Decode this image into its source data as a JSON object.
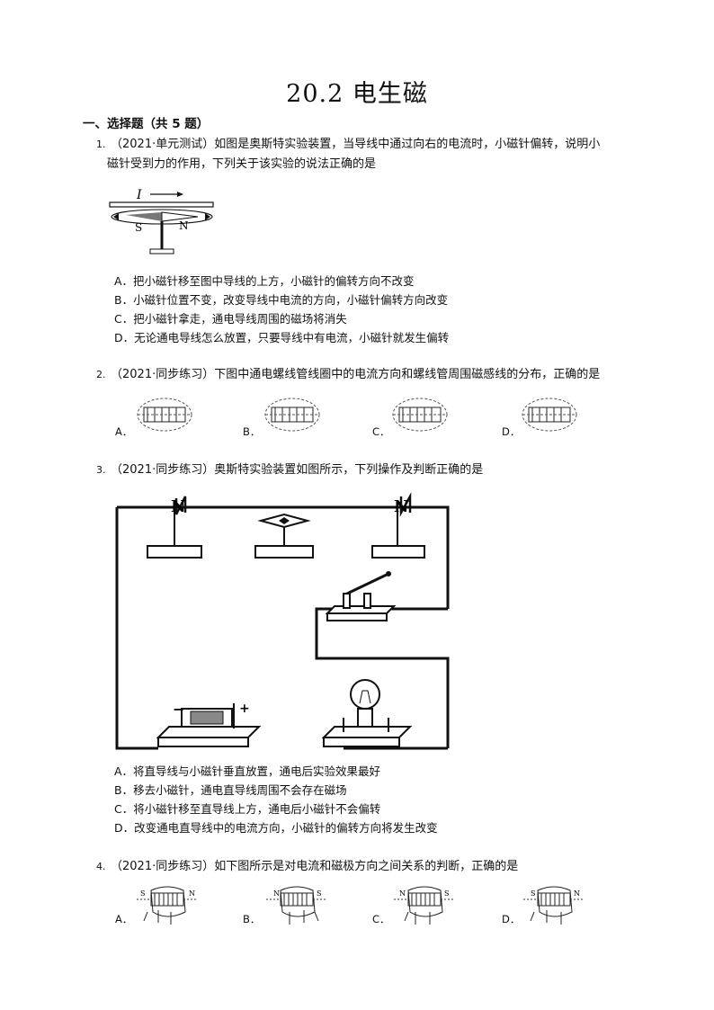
{
  "title": "20.2  电生磁",
  "section": "一、选择题（共 5 题）",
  "q1": {
    "num": "1.",
    "line1": "（2021·单元测试）如图是奥斯特实验装置，当导线中通过向右的电流时，小磁针偏转，说明小",
    "line2": "磁针受到力的作用，下列关于该实验的说法正确的是",
    "fig": {
      "current": "I",
      "south": "S",
      "north": "N"
    },
    "options": [
      "A．把小磁针移至图中导线的上方，小磁针的偏转方向不改变",
      "B．小磁针位置不变，改变导线中电流的方向，小磁针偏转方向改变",
      "C．把小磁针拿走，通电导线周围的磁场将消失",
      "D．无论通电导线怎么放置，只要导线中有电流，小磁针就发生偏转"
    ]
  },
  "q2": {
    "num": "2.",
    "line1": "（2021·同步练习）下图中通电螺线管线圈中的电流方向和螺线管周围磁感线的分布，正确的是",
    "labels": [
      "A．",
      "B．",
      "C．",
      "D．"
    ]
  },
  "q3": {
    "num": "3.",
    "line1": "（2021·同步练习）奥斯特实验装置如图所示，下列操作及判断正确的是",
    "fig": {
      "north1": "N",
      "north2": "N",
      "plus": "+",
      "minus": "−"
    },
    "options": [
      "A．将直导线与小磁针垂直放置，通电后实验效果最好",
      "B．移去小磁针，通电直导线周围不会存在磁场",
      "C．将小磁针移至直导线上方，通电后小磁针不会偏转",
      "D．改变通电直导线中的电流方向，小磁针的偏转方向将发生改变"
    ]
  },
  "q4": {
    "num": "4.",
    "line1": "（2021·同步练习）如下图所示是对电流和磁极方向之间关系的判断，正确的是",
    "labels": [
      "A．",
      "B．",
      "C．",
      "D．"
    ],
    "poles": [
      [
        "S",
        "N"
      ],
      [
        "N",
        "S"
      ],
      [
        "N",
        "S"
      ],
      [
        "S",
        "N"
      ]
    ]
  }
}
